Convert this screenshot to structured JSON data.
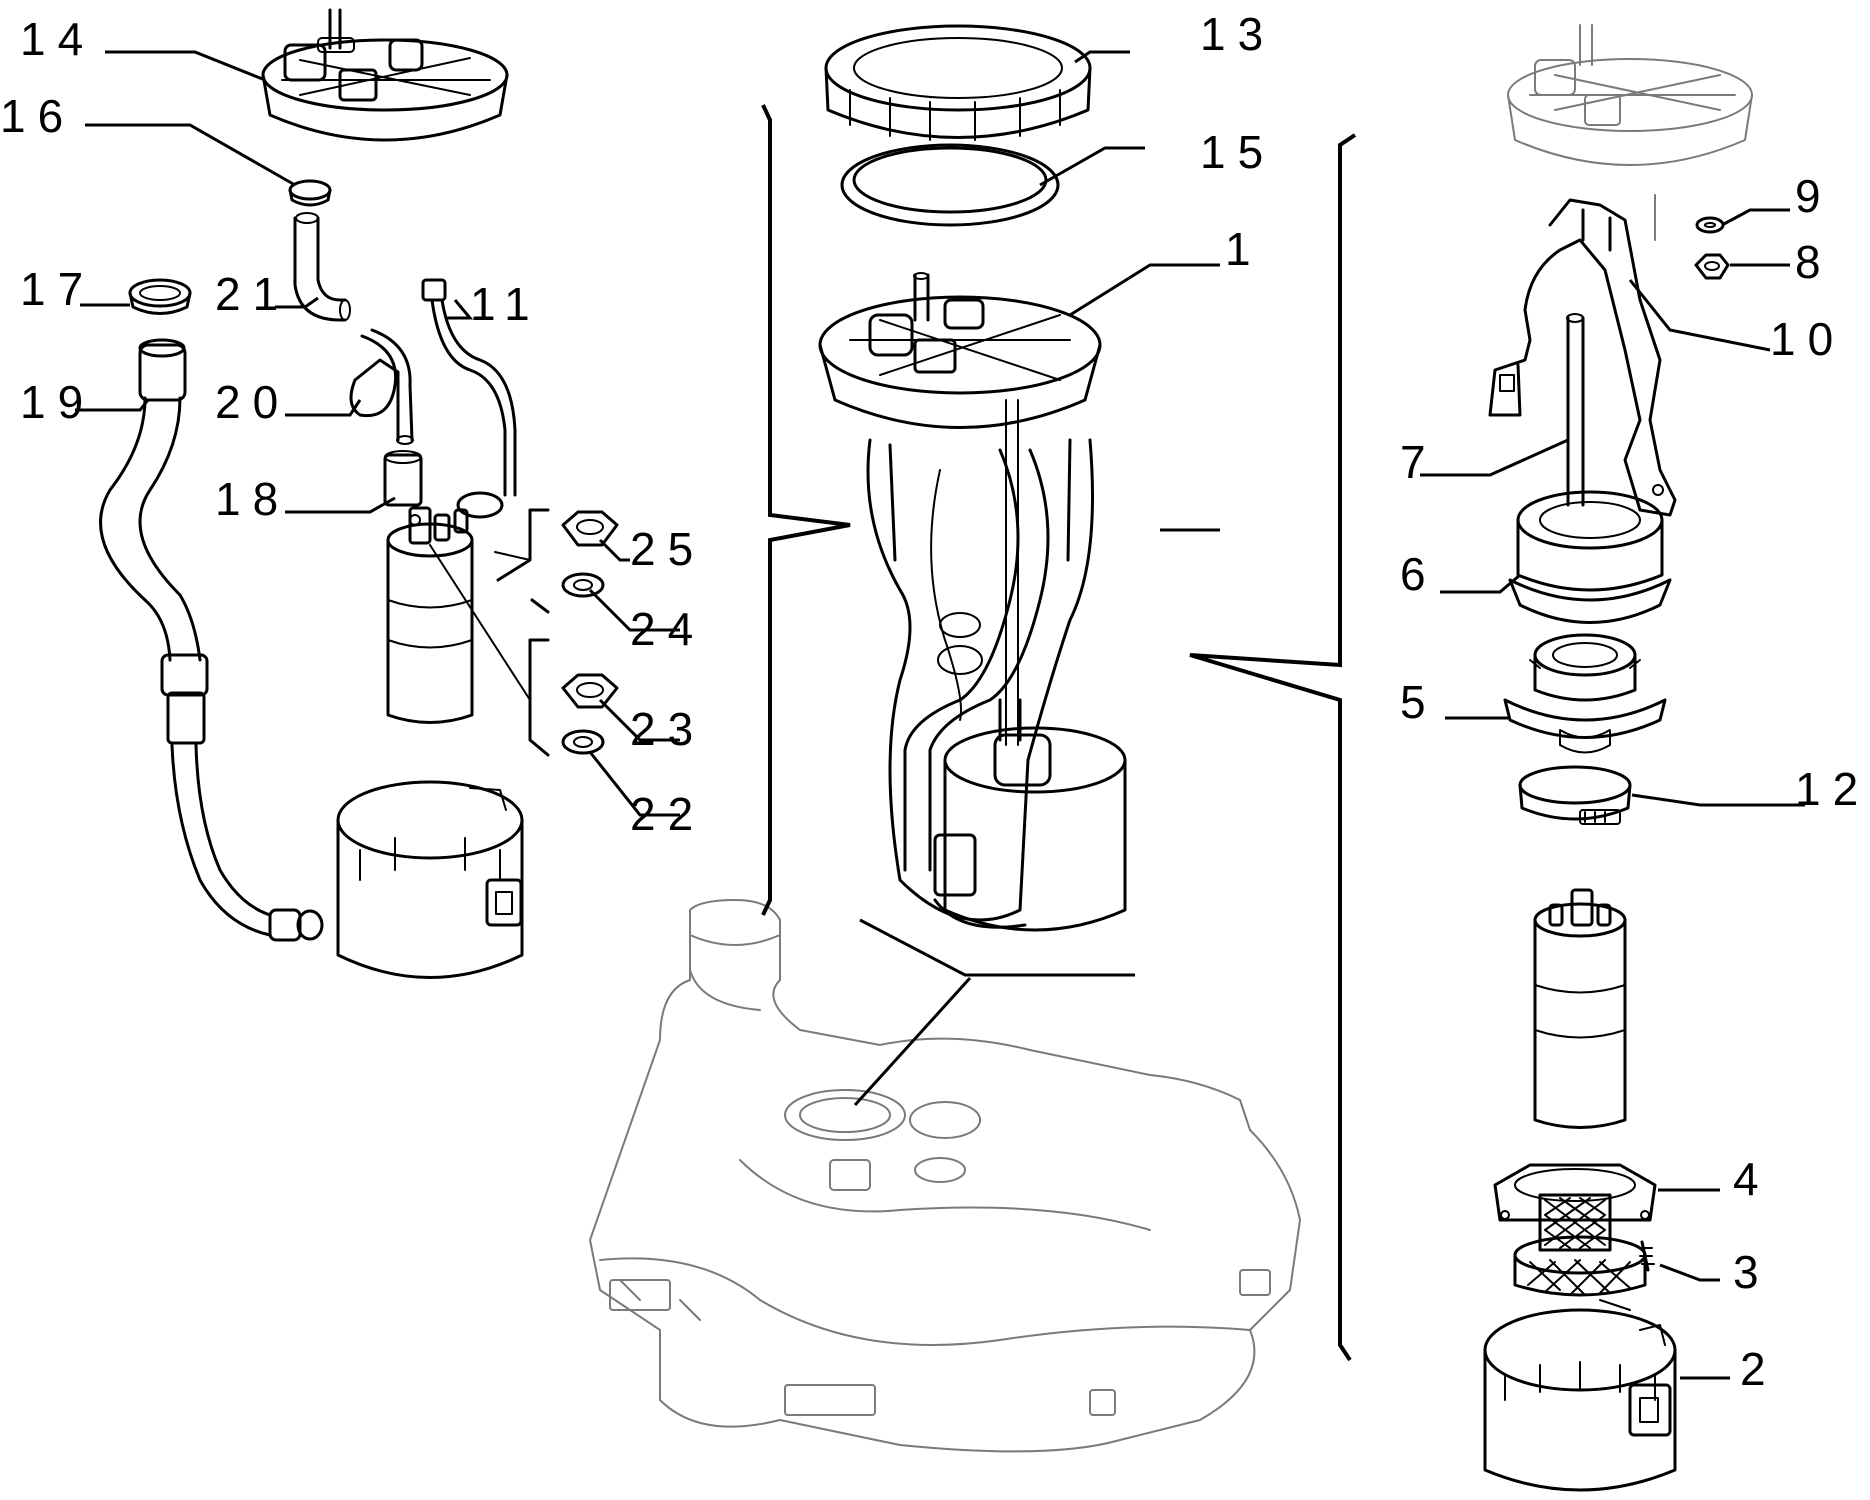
{
  "colors": {
    "line": "#000000",
    "ghost": "#7a7a7a",
    "background": "#ffffff"
  },
  "labels": {
    "p1": "1",
    "p2": "2",
    "p3": "3",
    "p4": "4",
    "p5": "5",
    "p6": "6",
    "p7": "7",
    "p8": "8",
    "p9": "9",
    "p10": "10",
    "p11": "11",
    "p12": "12",
    "p13": "13",
    "p14": "14",
    "p15": "15",
    "p16": "16",
    "p17": "17",
    "p18": "18",
    "p19": "19",
    "p20": "20",
    "p21": "21",
    "p22": "22",
    "p23": "23",
    "p24": "24",
    "p25": "25"
  }
}
